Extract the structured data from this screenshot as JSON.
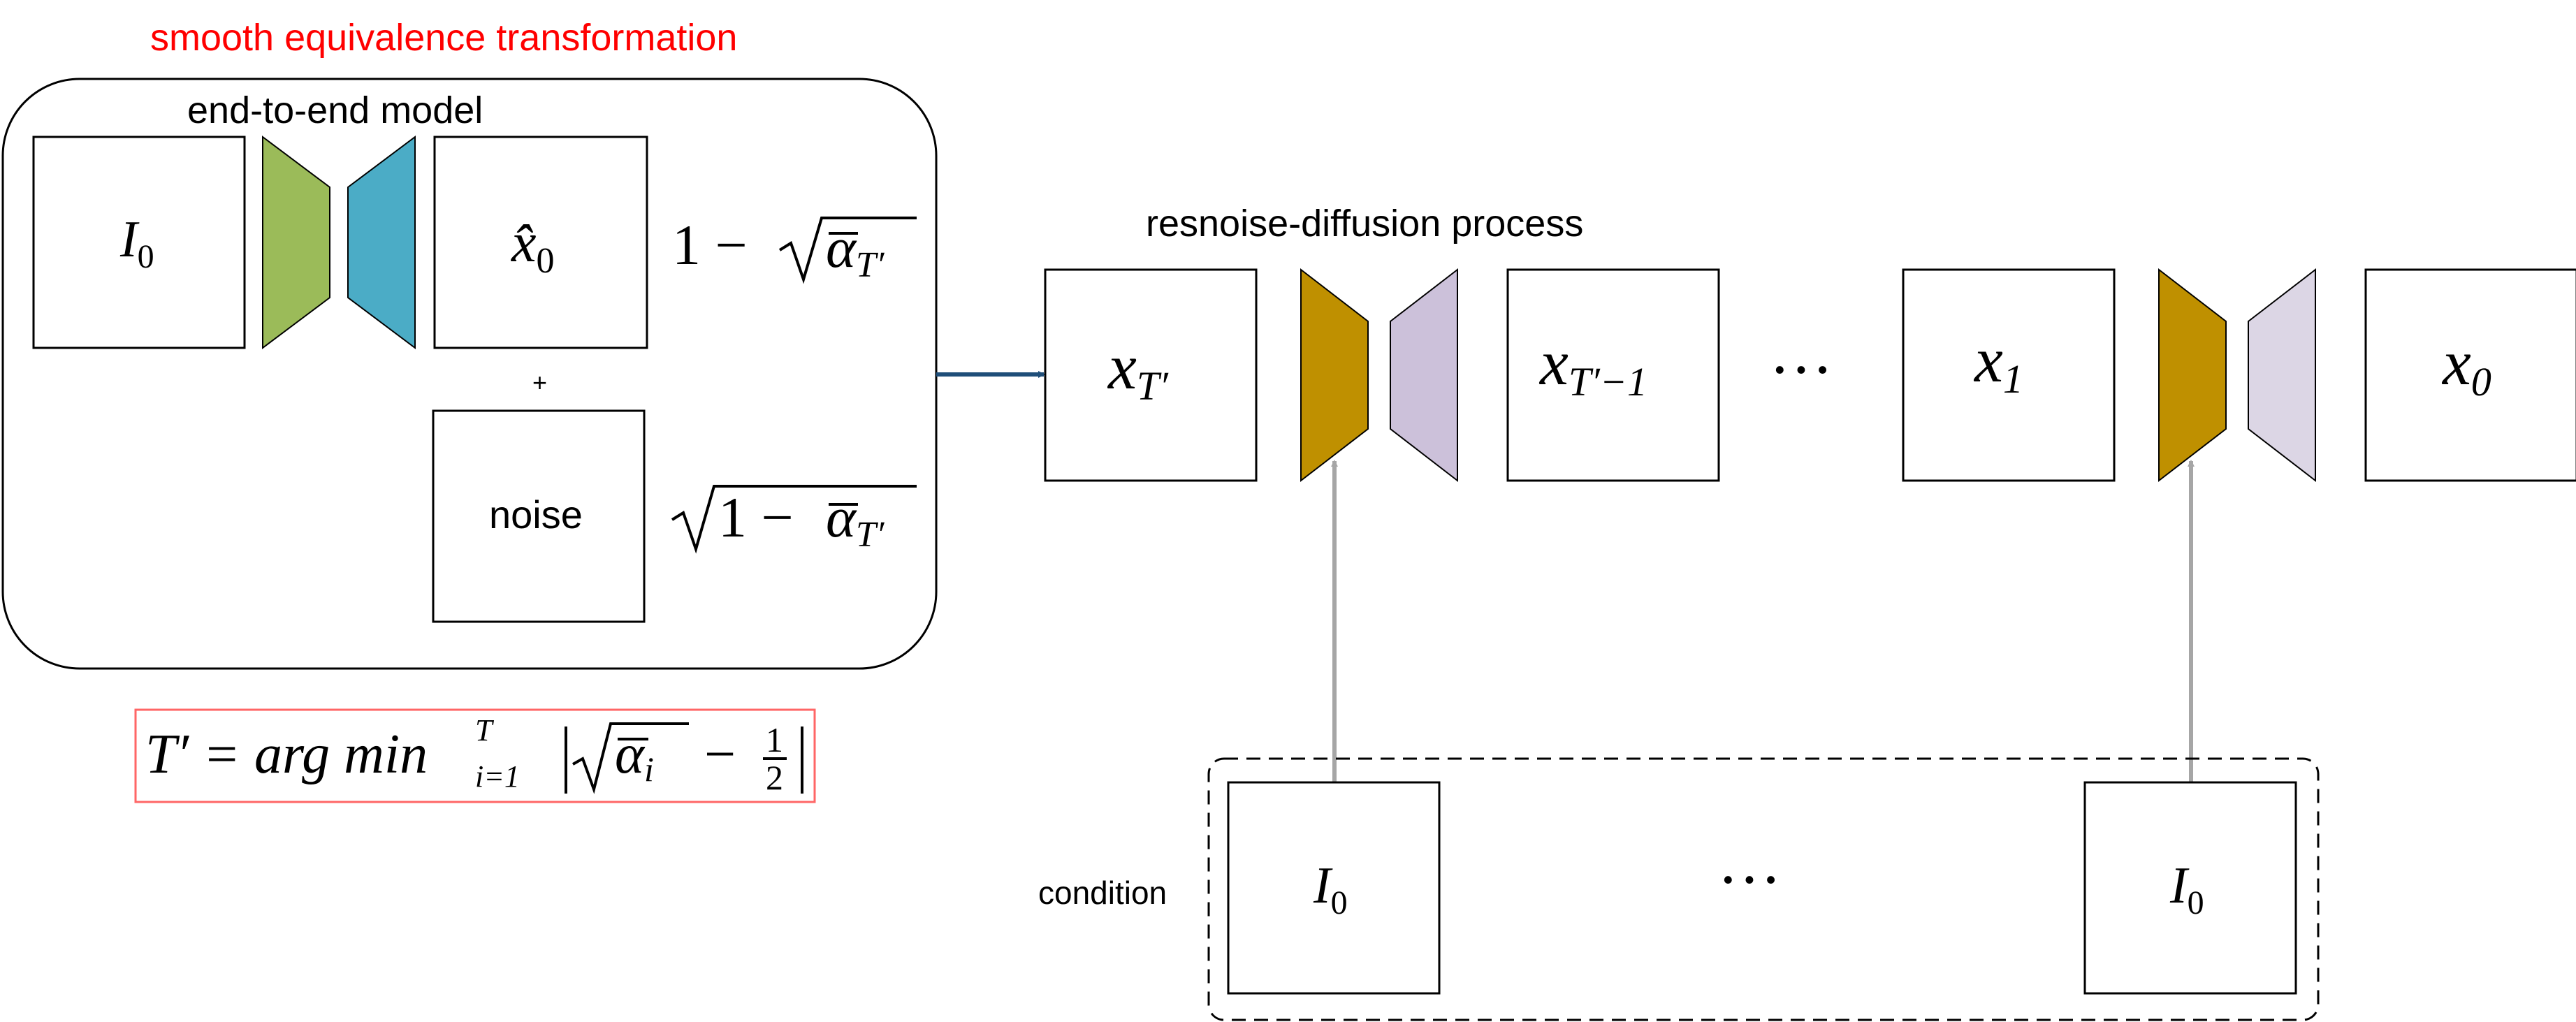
{
  "colors": {
    "title_red": "#ff0000",
    "stroke": "#000000",
    "encoder_green": "#9bbb59",
    "decoder_blue": "#4bacc6",
    "diffusion_gold": "#bf9000",
    "lavender_1": "#ccc1da",
    "lavender_2": "#dcd6e5",
    "main_arrow": "#1f4e79",
    "condition_arrow": "#a6a6a6",
    "formula_border": "#ff6666"
  },
  "left_panel": {
    "title": "smooth equivalence transformation",
    "model_label": "end-to-end model",
    "input": "I",
    "input_sub": "0",
    "output_hat": "x̂",
    "output_sub": "0",
    "plus": "+",
    "noise": "noise",
    "coef_top_prefix": "1 −",
    "coef_bottom_prefix": "1 −",
    "alpha": "α",
    "alpha_sub": "T′"
  },
  "formula": {
    "lhs": "T′ = arg min",
    "lim_top": "T",
    "lim_bottom": "i=1",
    "alpha": "α",
    "alpha_sub": "i",
    "minus": "−",
    "frac_num": "1",
    "frac_den": "2"
  },
  "diffusion": {
    "title": "resnoise-diffusion process",
    "nodes": [
      {
        "var": "x",
        "sub": "T′"
      },
      {
        "var": "x",
        "sub": "T′−1"
      },
      {
        "var": "x",
        "sub": "1"
      },
      {
        "var": "x",
        "sub": "0"
      }
    ],
    "ellipsis": "···"
  },
  "condition": {
    "label": "condition",
    "input": "I",
    "input_sub": "0",
    "ellipsis": "···"
  }
}
